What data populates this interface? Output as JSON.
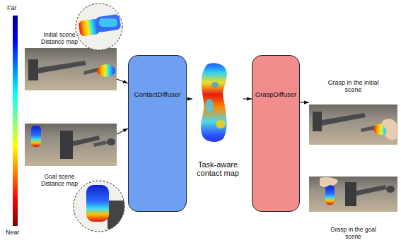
{
  "diagram": {
    "nodes": [
      {
        "text": [
          "Initial scene Distance map"
        ]
      },
      {
        "text": [
          "Goal scene Distance map"
        ]
      },
      {
        "text": [
          "ContactDiffuser"
        ]
      },
      {
        "text": [
          "Task-aware contact map"
        ]
      },
      {
        "text": [
          "GraspDiffuser"
        ]
      },
      {
        "text": [
          "Grasp in the initial scene"
        ]
      },
      {
        "text": [
          "Grasp in the goal scene"
        ]
      }
    ],
    "edges": [
      {
        "from": 0,
        "to": 2,
        "arrow": "to"
      },
      {
        "from": 1,
        "to": 2,
        "arrow": "to"
      },
      {
        "from": 2,
        "to": 3,
        "arrow": "to"
      },
      {
        "from": 3,
        "to": 4,
        "arrow": "to"
      },
      {
        "from": 4,
        "to": 5,
        "arrow": "to"
      }
    ],
    "labels": [
      "Far",
      "Near"
    ]
  }
}
